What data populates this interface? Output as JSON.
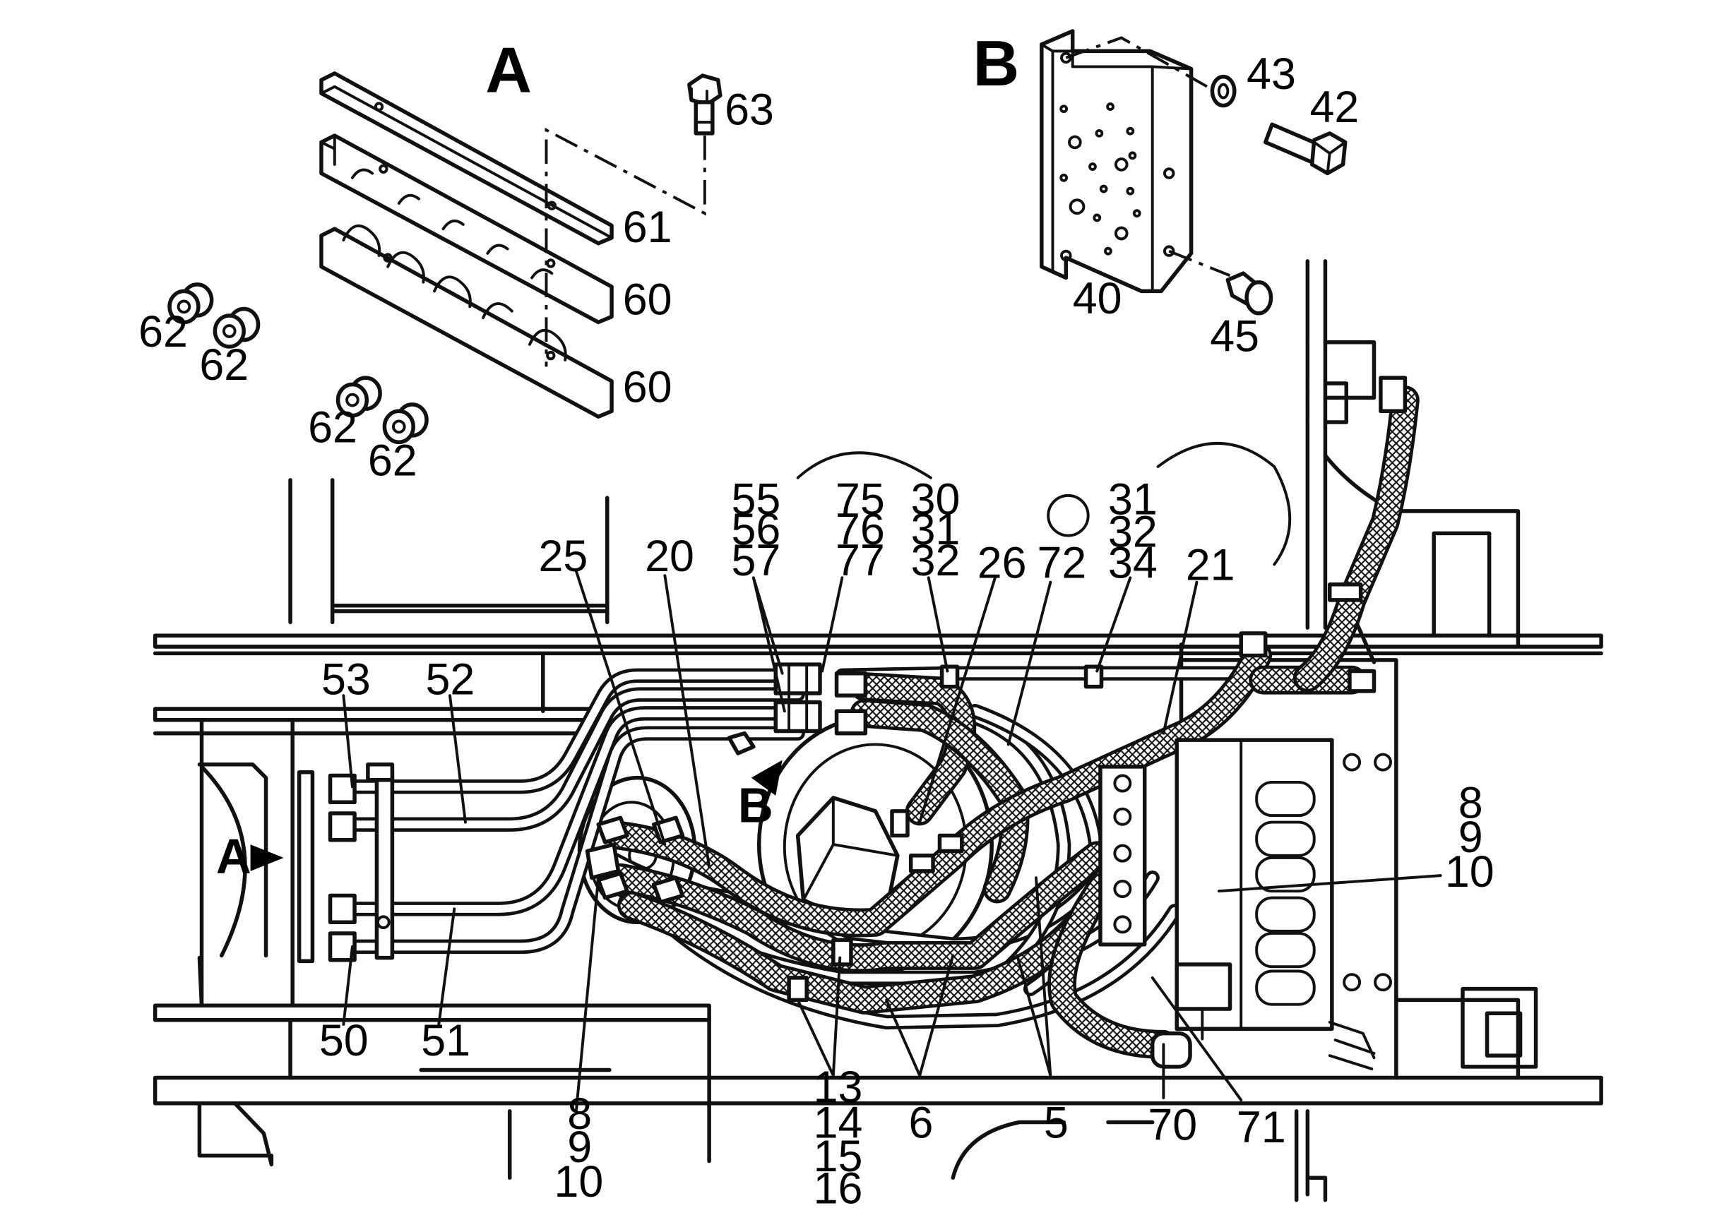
{
  "views": {
    "a": "A",
    "b": "B"
  },
  "arrows": {
    "a": "A",
    "b": "B"
  },
  "callouts": {
    "c63": "63",
    "c61": "61",
    "c60a": "60",
    "c60b": "60",
    "c62a": "62",
    "c62b": "62",
    "c62c": "62",
    "c62d": "62",
    "c43": "43",
    "c42": "42",
    "c40": "40",
    "c45": "45",
    "c55": "55",
    "c56": "56",
    "c57": "57",
    "c75": "75",
    "c76": "76",
    "c77": "77",
    "c30": "30",
    "c31a": "31",
    "c32a": "32",
    "c31b": "31",
    "c32b": "32",
    "c34": "34",
    "c25": "25",
    "c20": "20",
    "c26": "26",
    "c72": "72",
    "c21": "21",
    "c53": "53",
    "c52": "52",
    "c50": "50",
    "c51": "51",
    "c8a": "8",
    "c9a": "9",
    "c10a": "10",
    "c8b": "8",
    "c9b": "9",
    "c10b": "10",
    "c13": "13",
    "c14": "14",
    "c15": "15",
    "c16": "16",
    "c6": "6",
    "c5": "5",
    "c70": "70",
    "c71": "71"
  }
}
